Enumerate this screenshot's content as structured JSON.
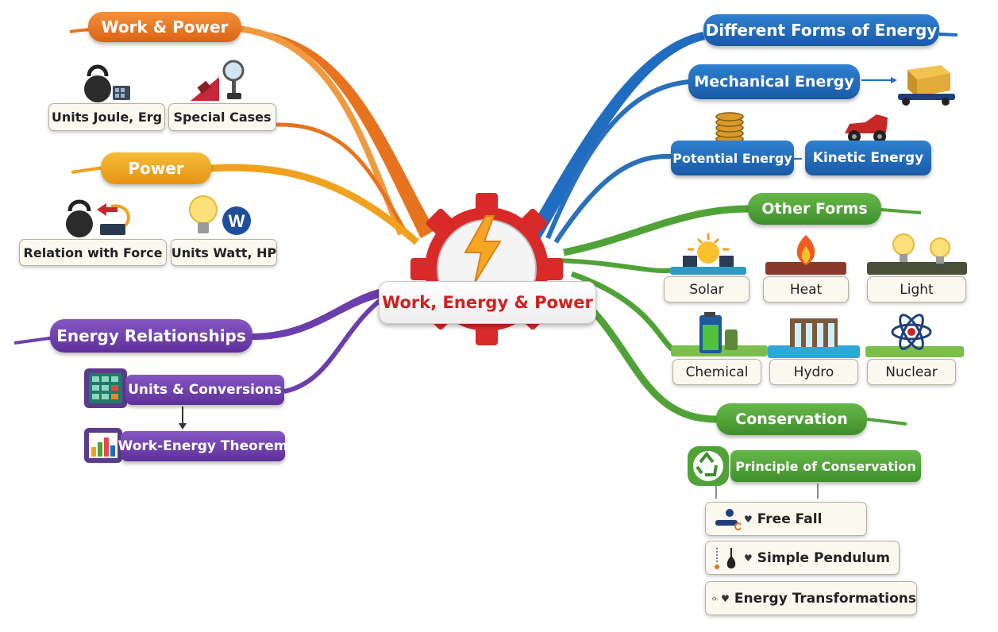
{
  "center": {
    "title": "Work, Energy & Power"
  },
  "left": {
    "work_power": {
      "label": "Work & Power",
      "units": "Units Joule, Erg",
      "special": "Special Cases"
    },
    "power": {
      "label": "Power",
      "relation": "Relation with Force",
      "units": "Units Watt, HP"
    },
    "energy_relationships": {
      "label": "Energy Relationships",
      "conversions": "Units & Conversions",
      "theorem": "Work-Energy Theorem"
    }
  },
  "right": {
    "forms": {
      "label": "Different Forms of Energy",
      "mechanical": "Mechanical Energy",
      "potential": "Potential Energy",
      "kinetic": "Kinetic Energy"
    },
    "other": {
      "label": "Other Forms",
      "items": [
        "Solar",
        "Heat",
        "Light",
        "Chemical",
        "Hydro",
        "Nuclear"
      ]
    },
    "conservation": {
      "label": "Conservation",
      "principle": "Principle of Conservation",
      "examples": [
        "Free Fall",
        "Simple Pendulum",
        "Energy Transformations"
      ]
    }
  },
  "icons": {
    "watt_letter": "W",
    "names": [
      "kettlebell-icon",
      "calculator-icon",
      "ramp-icon",
      "magnifier-icon",
      "lightbulb-icon",
      "watt-badge-icon",
      "cycle-arrow-icon",
      "gear-icon",
      "lightning-icon",
      "bar-chart-icon",
      "crate-cart-icon",
      "coin-stack-icon",
      "car-icon",
      "sun-icon",
      "fire-icon",
      "battery-icon",
      "dam-icon",
      "atom-icon",
      "recycle-icon",
      "falling-person-icon",
      "pendulum-icon",
      "gears-icon"
    ]
  },
  "colors": {
    "orange": "#e8731f",
    "gold": "#f0a21f",
    "purple": "#6b3fab",
    "blue": "#1f6cc0",
    "green": "#4fa336",
    "center_text": "#d21f1f"
  }
}
